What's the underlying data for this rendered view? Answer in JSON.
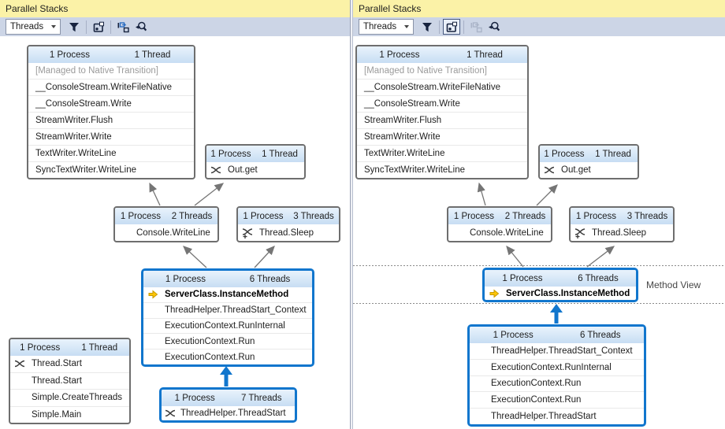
{
  "icons": {
    "filter": "filter-funnel-icon",
    "method_view": "toggle-method-view-icon",
    "autoscroll": "autoscroll-to-current-frame-icon",
    "zoom": "zoom-control-icon",
    "thread": "interleaved-threads-icon",
    "thread_sleep": "threads-plus-icon",
    "current_frame": "yellow-current-frame-arrow-icon",
    "combo_caret": "chevron-down-icon"
  },
  "colors": {
    "highlight_blue": "#1176cd",
    "title_yellow": "#fbf2a7",
    "toolbar_gray": "#ccd5e6",
    "header_blue_top": "#e9f3fc",
    "header_blue_bottom": "#c7ddf3",
    "arrow_gray": "#757575",
    "current_arrow_yellow": "#fdc506"
  },
  "left_panel": {
    "title": "Parallel Stacks",
    "toolbar": {
      "threads_combo": "Threads"
    },
    "boxes": {
      "io": {
        "process": "1 Process",
        "threads": "1 Thread",
        "frames": [
          "[Managed to Native Transition]",
          "__ConsoleStream.WriteFileNative",
          "__ConsoleStream.Write",
          "StreamWriter.Flush",
          "StreamWriter.Write",
          "TextWriter.WriteLine",
          "SyncTextWriter.WriteLine"
        ]
      },
      "out_get": {
        "process": "1 Process",
        "threads": "1 Thread",
        "frames": [
          "Out.get"
        ]
      },
      "console_writeline": {
        "process": "1 Process",
        "threads": "2 Threads",
        "frames": [
          "Console.WriteLine"
        ]
      },
      "thread_sleep": {
        "process": "1 Process",
        "threads": "3 Threads",
        "frames": [
          "Thread.Sleep"
        ]
      },
      "server_class": {
        "process": "1 Process",
        "threads": "6 Threads",
        "frames": [
          "ServerClass.InstanceMethod",
          "ThreadHelper.ThreadStart_Context",
          "ExecutionContext.RunInternal",
          "ExecutionContext.Run",
          "ExecutionContext.Run"
        ]
      },
      "main": {
        "process": "1 Process",
        "threads": "1 Thread",
        "frames": [
          "Thread.Start",
          "Thread.Start",
          "Simple.CreateThreads",
          "Simple.Main"
        ]
      },
      "thread_start": {
        "process": "1 Process",
        "threads": "7 Threads",
        "frames": [
          "ThreadHelper.ThreadStart"
        ]
      }
    }
  },
  "right_panel": {
    "title": "Parallel Stacks",
    "toolbar": {
      "threads_combo": "Threads"
    },
    "method_view_label": "Method View",
    "boxes": {
      "io": {
        "process": "1 Process",
        "threads": "1 Thread",
        "frames": [
          "[Managed to Native Transition]",
          "__ConsoleStream.WriteFileNative",
          "__ConsoleStream.Write",
          "StreamWriter.Flush",
          "StreamWriter.Write",
          "TextWriter.WriteLine",
          "SyncTextWriter.WriteLine"
        ]
      },
      "out_get": {
        "process": "1 Process",
        "threads": "1 Thread",
        "frames": [
          "Out.get"
        ]
      },
      "console_writeline": {
        "process": "1 Process",
        "threads": "2 Threads",
        "frames": [
          "Console.WriteLine"
        ]
      },
      "thread_sleep": {
        "process": "1 Process",
        "threads": "3 Threads",
        "frames": [
          "Thread.Sleep"
        ]
      },
      "method_view": {
        "process": "1 Process",
        "threads": "6 Threads",
        "frames": [
          "ServerClass.InstanceMethod"
        ]
      },
      "bottom": {
        "process": "1 Process",
        "threads": "6 Threads",
        "frames": [
          "ThreadHelper.ThreadStart_Context",
          "ExecutionContext.RunInternal",
          "ExecutionContext.Run",
          "ExecutionContext.Run",
          "ThreadHelper.ThreadStart"
        ]
      }
    }
  }
}
